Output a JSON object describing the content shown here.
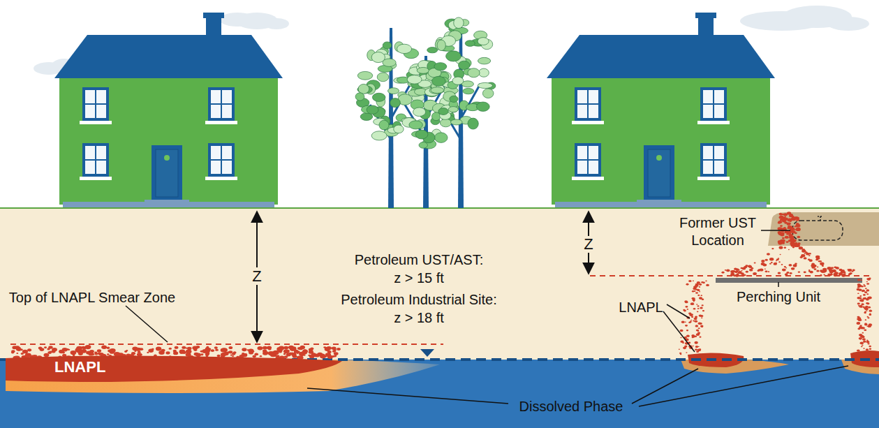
{
  "diagram": {
    "nodes": [
      {
        "text": [
          "LNAPL"
        ]
      }
    ],
    "labels": [
      "Z",
      "Z",
      "Petroleum UST/AST:",
      "z > 15 ft",
      "Petroleum Industrial Site:",
      "z > 18 ft",
      "Top of LNAPL Smear Zone",
      "Former UST Location",
      "LNAPL",
      "Perching Unit",
      "Dissolved Phase"
    ]
  }
}
